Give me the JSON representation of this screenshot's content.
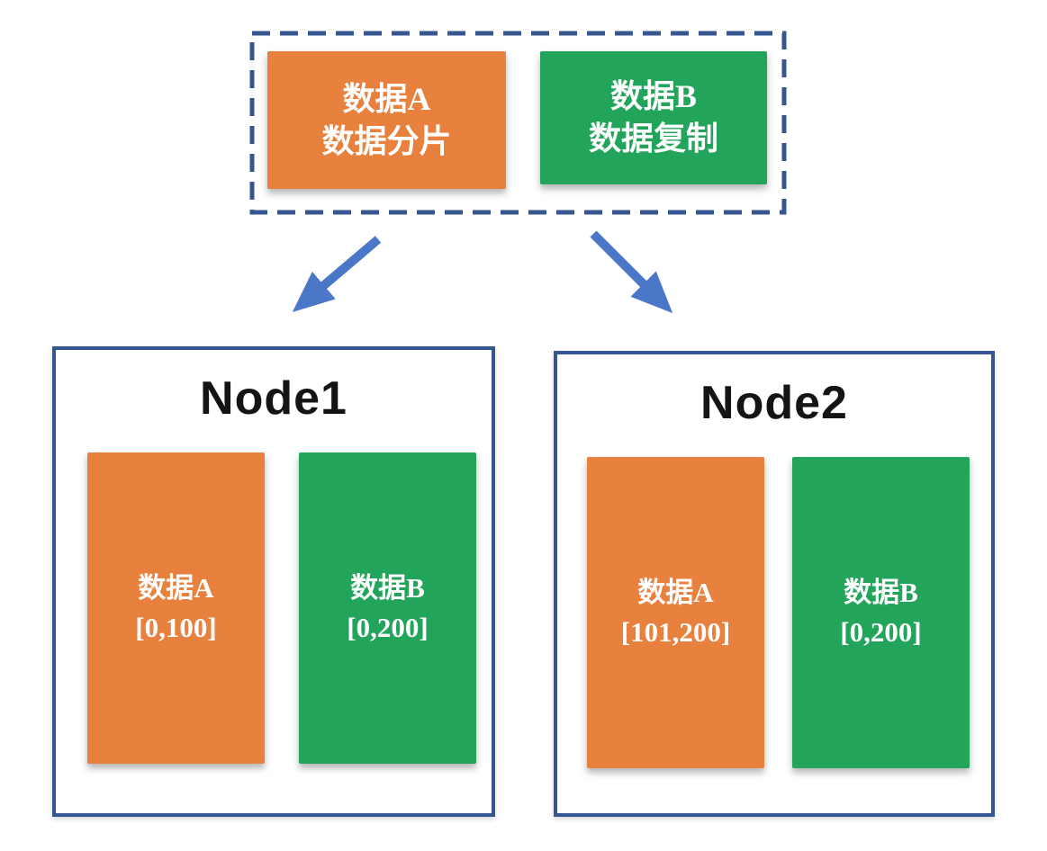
{
  "colors": {
    "orange": "#E8803E",
    "green": "#22A45A",
    "border_blue": "#35568F",
    "arrow_blue": "#4B77C8"
  },
  "source_group": {
    "shard": {
      "line1": "数据A",
      "line2": "数据分片"
    },
    "replicate": {
      "line1": "数据B",
      "line2": "数据复制"
    }
  },
  "nodes": [
    {
      "title": "Node1",
      "shards": [
        {
          "line1": "数据A",
          "line2": "[0,100]"
        },
        {
          "line1": "数据B",
          "line2": "[0,200]"
        }
      ]
    },
    {
      "title": "Node2",
      "shards": [
        {
          "line1": "数据A",
          "line2": "[101,200]"
        },
        {
          "line1": "数据B",
          "line2": "[0,200]"
        }
      ]
    }
  ]
}
